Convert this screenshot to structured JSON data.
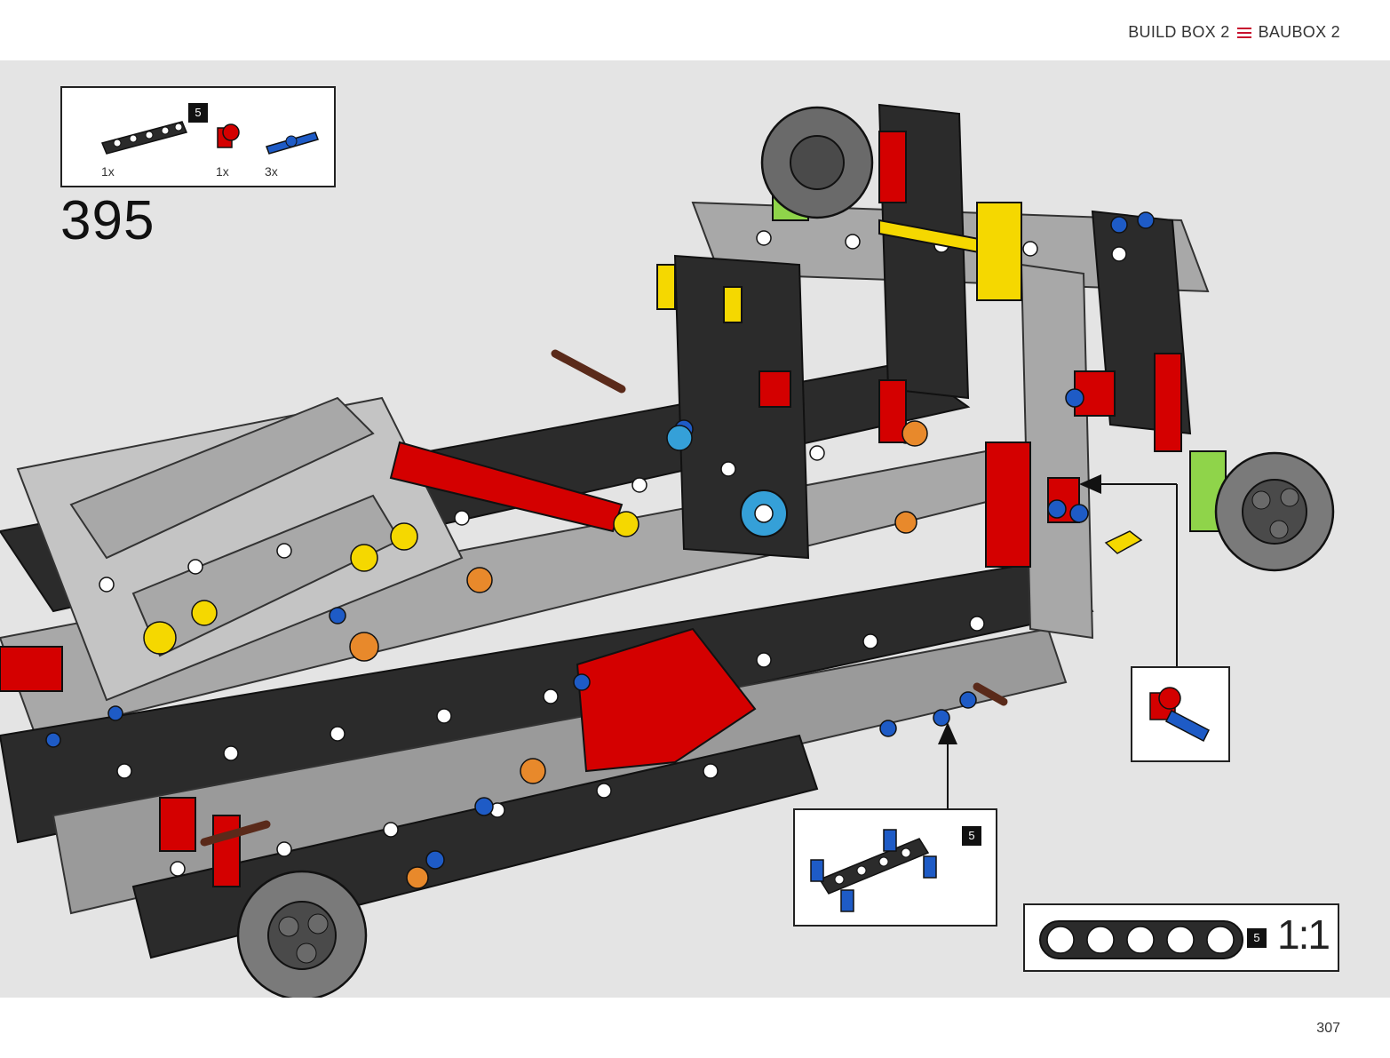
{
  "header": {
    "left_text": "BUILD BOX 2",
    "menu_icon": "menu-icon",
    "right_text": "BAUBOX 2"
  },
  "step": {
    "number": "395"
  },
  "parts_list": {
    "items": [
      {
        "icon": "black-beam-5-icon",
        "qty": "1x"
      },
      {
        "icon": "red-connector-icon",
        "qty": "1x"
      },
      {
        "icon": "blue-axle-pin-icon",
        "qty": "3x"
      }
    ],
    "size_badge": "5"
  },
  "callout_assembly": {
    "size_badge": "5"
  },
  "callout_detail": {
    "icon": "red-connector-with-blue-pin-icon"
  },
  "scale_reference": {
    "size_badge": "5",
    "label": "1:1"
  },
  "page": {
    "number": "307"
  },
  "colors": {
    "brand_red": "#c8102e",
    "part_black": "#2b2b2b",
    "part_gray": "#a8a8a8",
    "part_red": "#d40000",
    "part_blue": "#1e5bc6",
    "part_yellow": "#f5d800",
    "part_orange": "#e8892b",
    "background": "#e4e4e4"
  }
}
